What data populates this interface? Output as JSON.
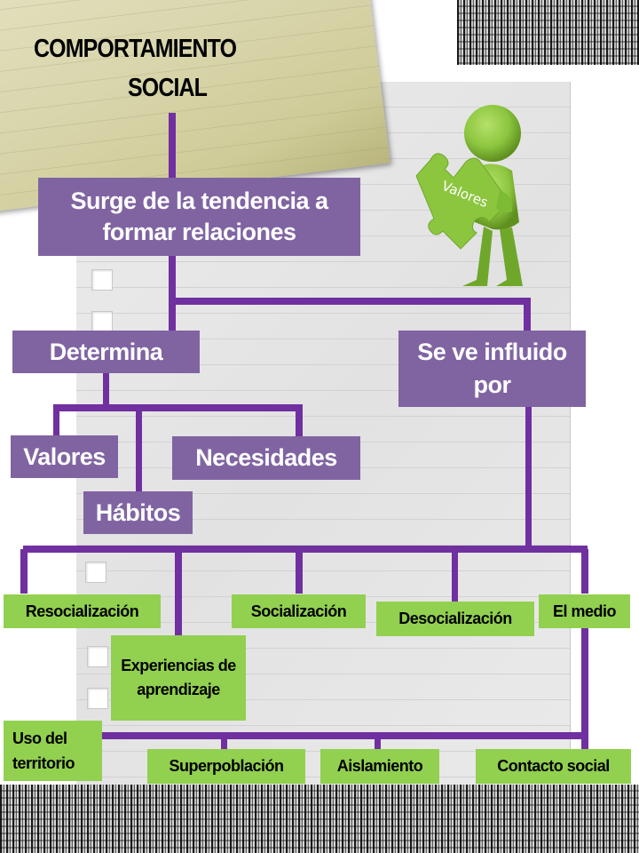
{
  "title": {
    "line1": "COMPORTAMIENTO",
    "line2": "SOCIAL"
  },
  "figure": {
    "puzzle_label": "Valores",
    "icon": "person-holding-puzzle-icon"
  },
  "nodes": {
    "root": "Surge de la tendencia a formar relaciones",
    "determina": "Determina",
    "influido": "Se ve influido por",
    "valores": "Valores",
    "necesidades": "Necesidades",
    "habitos": "Hábitos",
    "resocializacion": "Resocialización",
    "experiencias": "Experiencias de aprendizaje",
    "socializacion": "Socialización",
    "desocializacion": "Desocialización",
    "el_medio": "El medio",
    "uso_territorio": "Uso del territorio",
    "superpoblacion": "Superpoblación",
    "aislamiento": "Aislamiento",
    "contacto_social": "Contacto social"
  },
  "colors": {
    "purple_box": "#8064a2",
    "connector": "#7030a0",
    "green_box": "#92d050",
    "figure_green": "#8cc63f"
  }
}
